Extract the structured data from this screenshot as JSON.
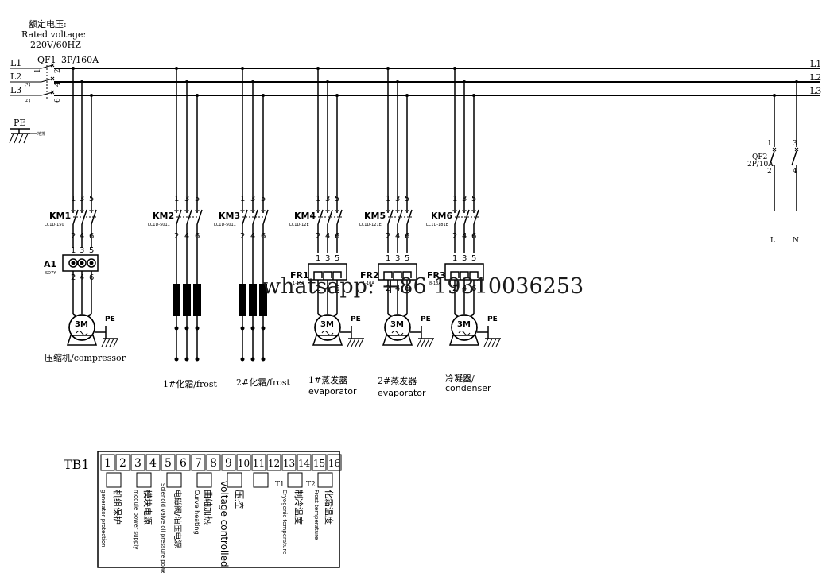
{
  "header": {
    "voltage_cn": "额定电压:",
    "voltage_en": "Rated voltage:",
    "voltage_value": "220V/60HZ"
  },
  "bus": {
    "left_labels": [
      "L1",
      "L2",
      "L3"
    ],
    "right_labels": [
      "L1",
      "L2",
      "L3"
    ],
    "pe_label": "PE",
    "pe_sub": "地排"
  },
  "breaker_main": {
    "name": "QF1",
    "rating": "3P/160A",
    "terminals": [
      "1",
      "2",
      "3",
      "4",
      "5",
      "6"
    ]
  },
  "breaker_control": {
    "name": "QF2",
    "rating": "2P/10A",
    "terminals": [
      "1",
      "3",
      "2",
      "4"
    ]
  },
  "control_out": [
    "L",
    "N"
  ],
  "pole_numbers": [
    "1",
    "3",
    "5",
    "2",
    "4",
    "6"
  ],
  "contactors": [
    {
      "name": "KM1",
      "model": "LC1D-150"
    },
    {
      "name": "KM2",
      "model": "LC1D-5011"
    },
    {
      "name": "KM3",
      "model": "LC1D-5011"
    },
    {
      "name": "KM4",
      "model": "LC1D-12E"
    },
    {
      "name": "KM5",
      "model": "LC1D-121E"
    },
    {
      "name": "KM6",
      "model": "LC1D-181E"
    }
  ],
  "module": {
    "name": "A1",
    "model": "SD7Y"
  },
  "overloads": [
    {
      "name": "FR1",
      "range": "1-10A"
    },
    {
      "name": "FR2",
      "range": "1-10A"
    },
    {
      "name": "FR3",
      "range": "8-13A"
    }
  ],
  "motor_label": "3M",
  "ground_label": "PE",
  "loads": [
    {
      "cn": "压缩机/compressor",
      "en": ""
    },
    {
      "cn": "1#化霜/frost",
      "en": ""
    },
    {
      "cn": "2#化霜/frost",
      "en": ""
    },
    {
      "cn": "1#蒸发器",
      "en": "evaporator"
    },
    {
      "cn": "2#蒸发器",
      "en": "evaporator"
    },
    {
      "cn": "冷凝器/",
      "en": "condenser"
    }
  ],
  "watermark": "whatsapp: +86 19310036253",
  "terminal_block": {
    "name": "TB1",
    "terminals": [
      "1",
      "2",
      "3",
      "4",
      "5",
      "6",
      "7",
      "8",
      "9",
      "10",
      "11",
      "12",
      "13",
      "14",
      "15",
      "16"
    ],
    "sensor_tags": [
      "T1",
      "T2"
    ],
    "signals": [
      {
        "cn": "机组保护",
        "en": "generator protection"
      },
      {
        "cn": "模块电源",
        "en": "module power supply"
      },
      {
        "cn": "电磁阀/油压电源",
        "en": "Solenoid valve oil pressure power supply"
      },
      {
        "cn": "曲轴加热",
        "en": "Curve heating"
      },
      {
        "cn": "压控",
        "en": "voltage controlled"
      },
      {
        "cn": "制冷温度",
        "en": "Cryogenic temperature"
      },
      {
        "cn": "化霜温度",
        "en": "Frost temperature"
      }
    ]
  }
}
